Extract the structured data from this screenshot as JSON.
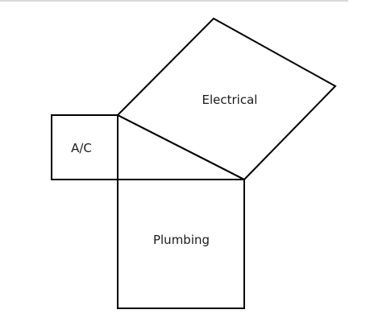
{
  "regions": {
    "electrical": {
      "label": "Electrical"
    },
    "ac": {
      "label": "A/C"
    },
    "plumbing": {
      "label": "Plumbing"
    }
  },
  "colors": {
    "stroke": "#000000",
    "text": "#1a1a1a",
    "background": "#ffffff",
    "top_rule": "#d9d9d9"
  }
}
